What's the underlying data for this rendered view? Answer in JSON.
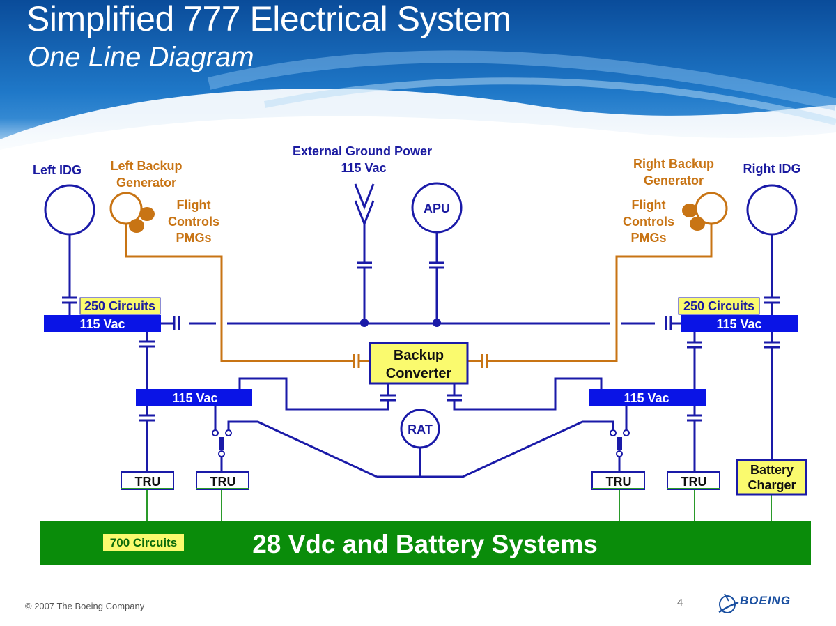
{
  "header": {
    "title": "Simplified 777 Electrical System",
    "subtitle": "One Line Diagram"
  },
  "colors": {
    "bus_blue": "#0a14e6",
    "line_blue": "#1a1aa8",
    "backup_orange": "#c87414",
    "label_navy": "#1a1aa0",
    "label_highlight": "#fafa6e",
    "dc_bus_green": "#0a8c0a",
    "dc_line_green": "#2a9a2a"
  },
  "sources": {
    "left_idg": "Left IDG",
    "right_idg": "Right IDG",
    "left_backup": [
      "Left Backup",
      "Generator"
    ],
    "right_backup": [
      "Right Backup",
      "Generator"
    ],
    "left_pmgs": [
      "Flight",
      "Controls",
      "PMGs"
    ],
    "right_pmgs": [
      "Flight",
      "Controls",
      "PMGs"
    ],
    "ext_power": [
      "External Ground Power",
      "115 Vac"
    ],
    "apu": "APU",
    "rat": "RAT"
  },
  "buses": {
    "left_main": "115 Vac",
    "right_main": "115 Vac",
    "left_transfer": "115 Vac",
    "right_transfer": "115 Vac",
    "left_circuits": "250 Circuits",
    "right_circuits": "250 Circuits"
  },
  "components": {
    "backup_converter": [
      "Backup",
      "Converter"
    ],
    "tru_labels": [
      "TRU",
      "TRU",
      "TRU",
      "TRU"
    ],
    "battery_charger": [
      "Battery",
      "Charger"
    ]
  },
  "dc_bus": {
    "label": "28 Vdc and Battery Systems",
    "circuits": "700 Circuits"
  },
  "footer": {
    "copyright": "© 2007 The Boeing Company",
    "page_number": "4",
    "logo_text": "BOEING"
  }
}
